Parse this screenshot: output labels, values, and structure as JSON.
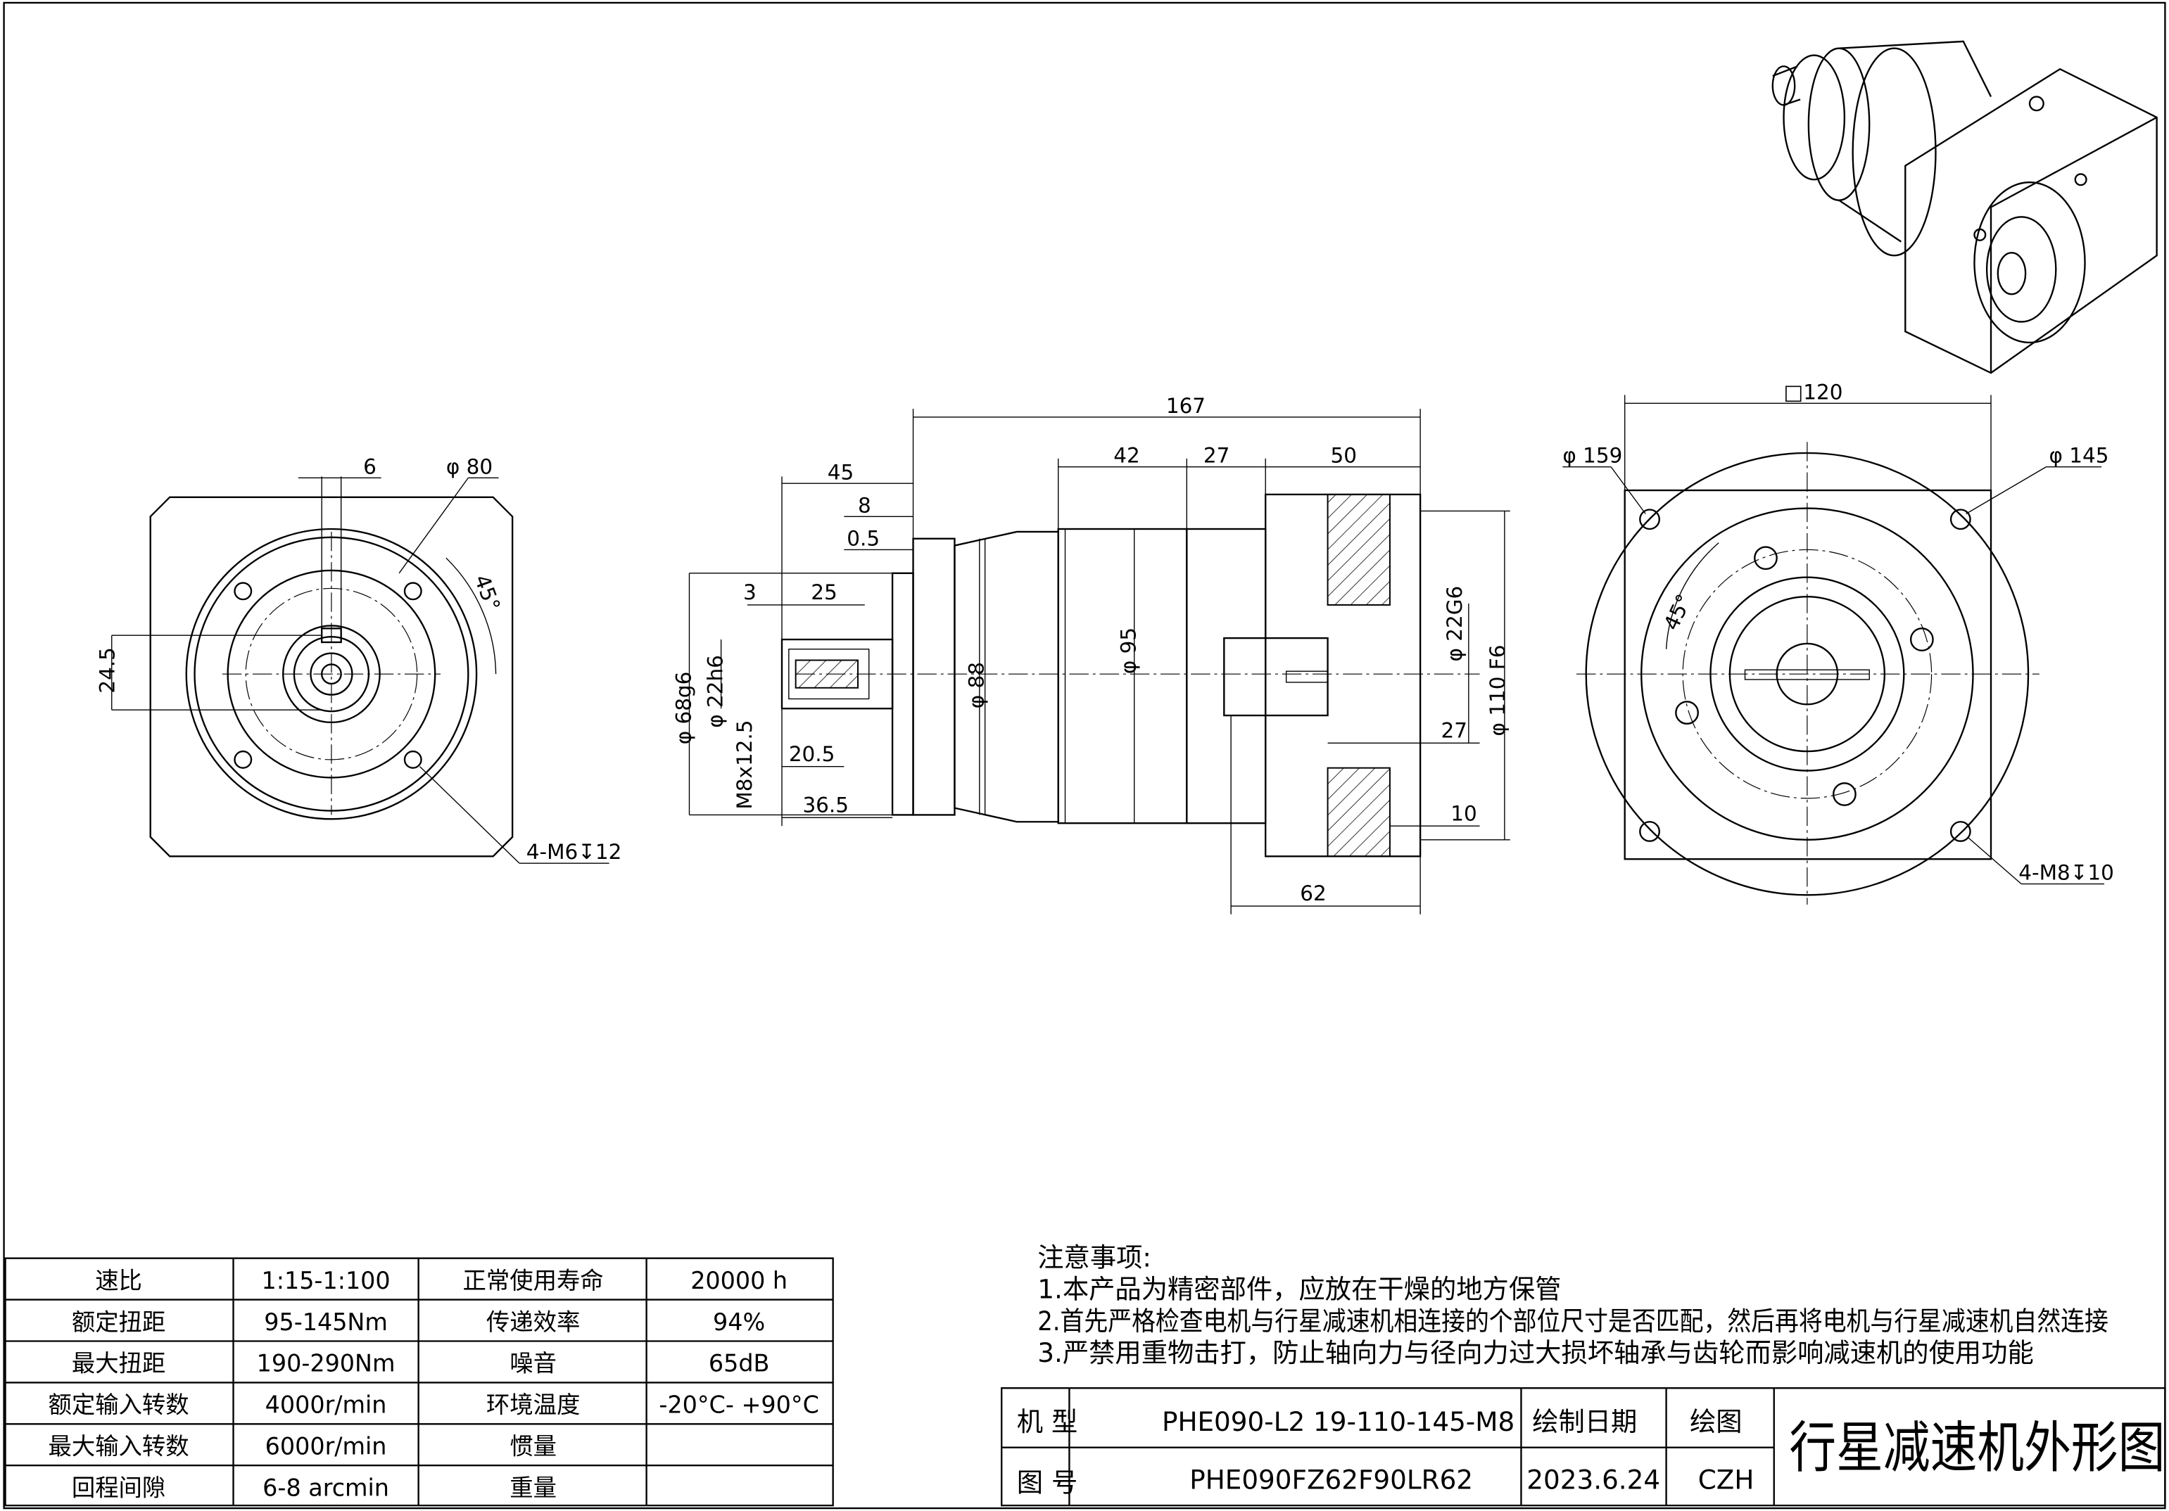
{
  "views": {
    "front_left": {
      "dims": {
        "key_width": "6",
        "pcd": "φ 80",
        "angle": "45°",
        "key_height": "24.5",
        "holes": "4-M6↧12"
      }
    },
    "side": {
      "dims": {
        "overall": "167",
        "shaft_len": "45",
        "d8": "8",
        "d05": "0.5",
        "d3": "3",
        "d25": "25",
        "d20_5": "20.5",
        "d36_5": "36.5",
        "d42": "42",
        "d27a": "27",
        "d50": "50",
        "d62": "62",
        "d27b": "27",
        "d10": "10",
        "phi68": "φ 68g6",
        "phi22h6": "φ 22h6",
        "m8": "M8x12.5",
        "phi88": "φ 88",
        "phi95": "φ 95",
        "phi22g6": "φ 22G6",
        "phi110": "φ 110 F6"
      }
    },
    "rear_right": {
      "dims": {
        "square": "□120",
        "phi159": "φ 159",
        "phi145": "φ 145",
        "angle": "45°",
        "holes": "4-M8↧10"
      }
    }
  },
  "spec_table": [
    [
      "速比",
      "1:15-1:100",
      "正常使用寿命",
      "20000 h"
    ],
    [
      "额定扭距",
      "95-145Nm",
      "传递效率",
      "94%"
    ],
    [
      "最大扭距",
      "190-290Nm",
      "噪音",
      "65dB"
    ],
    [
      "额定输入转数",
      "4000r/min",
      "环境温度",
      "-20°C- +90°C"
    ],
    [
      "最大输入转数",
      "6000r/min",
      "惯量",
      ""
    ],
    [
      "回程间隙",
      "6-8 arcmin",
      "重量",
      ""
    ]
  ],
  "notes": {
    "title": "注意事项:",
    "items": [
      "1.本产品为精密部件，应放在干燥的地方保管",
      "2.首先严格检查电机与行星减速机相连接的个部位尺寸是否匹配，然后再将电机与行星减速机自然连接",
      "3.严禁用重物击打，防止轴向力与径向力过大损坏轴承与齿轮而影响减速机的使用功能"
    ]
  },
  "title_block": {
    "model_label": "机  型",
    "model_value": "PHE090-L2  19-110-145-M8",
    "drawing_no_label": "图  号",
    "drawing_no_value": "PHE090FZ62F90LR62",
    "date_label": "绘制日期",
    "date_value": "2023.6.24",
    "drawn_label": "绘图",
    "drawn_value": "CZH",
    "title": "行星减速机外形图"
  }
}
